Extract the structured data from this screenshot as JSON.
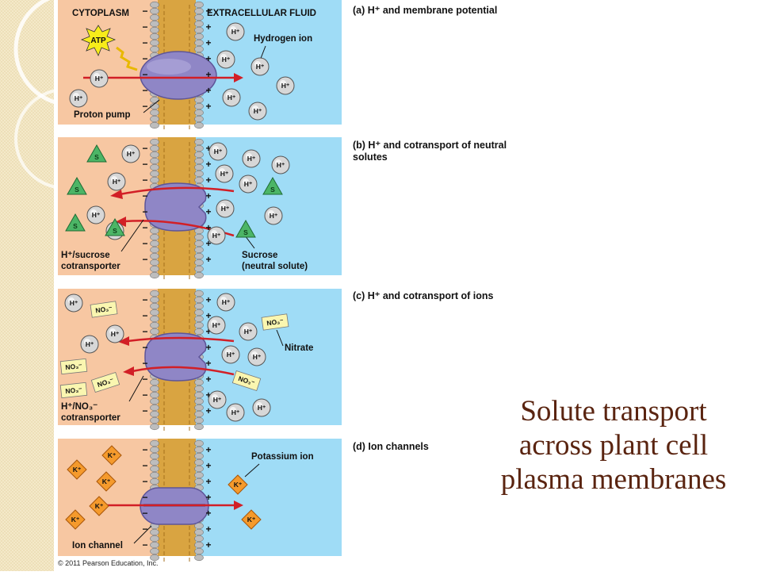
{
  "slide": {
    "title_line1": "Solute transport",
    "title_line2": "across plant cell",
    "title_line3": "plasma membranes",
    "copyright": "© 2011 Pearson Education, Inc."
  },
  "panel_a": {
    "caption": "(a) H⁺ and membrane potential",
    "cytoplasm_label": "CYTOPLASM",
    "extracellular_label": "EXTRACELLULAR FLUID",
    "atp_label": "ATP",
    "hydrogen_ion_label": "Hydrogen ion",
    "proton_pump_label": "Proton pump"
  },
  "panel_b": {
    "caption_line1": "(b) H⁺ and cotransport of neutral",
    "caption_line2": "solutes",
    "cotransporter_line1": "H⁺/sucrose",
    "cotransporter_line2": "cotransporter",
    "sucrose_line1": "Sucrose",
    "sucrose_line2": "(neutral solute)"
  },
  "panel_c": {
    "caption": "(c) H⁺ and cotransport of ions",
    "nitrate_label": "Nitrate",
    "cotransporter_line1": "H⁺/NO₃⁻",
    "cotransporter_line2": "cotransporter"
  },
  "panel_d": {
    "caption": "(d) Ion channels",
    "potassium_label": "Potassium ion",
    "channel_label": "Ion channel"
  },
  "ions": {
    "h": "H⁺",
    "k": "K⁺",
    "s": "S",
    "no3": "NO₃⁻",
    "minus": "−",
    "plus": "+"
  },
  "colors": {
    "cytoplasm": "#f7c7a2",
    "extracellular": "#9fdcf6",
    "membrane": "#d9a441",
    "protein": "#8f86c6",
    "arrow": "#d21f26",
    "title": "#5a2410",
    "atp": "#f7ec1a",
    "sucrose": "#4cb566",
    "potassium": "#f59a2c",
    "nitrate_box": "#faf6b0"
  }
}
